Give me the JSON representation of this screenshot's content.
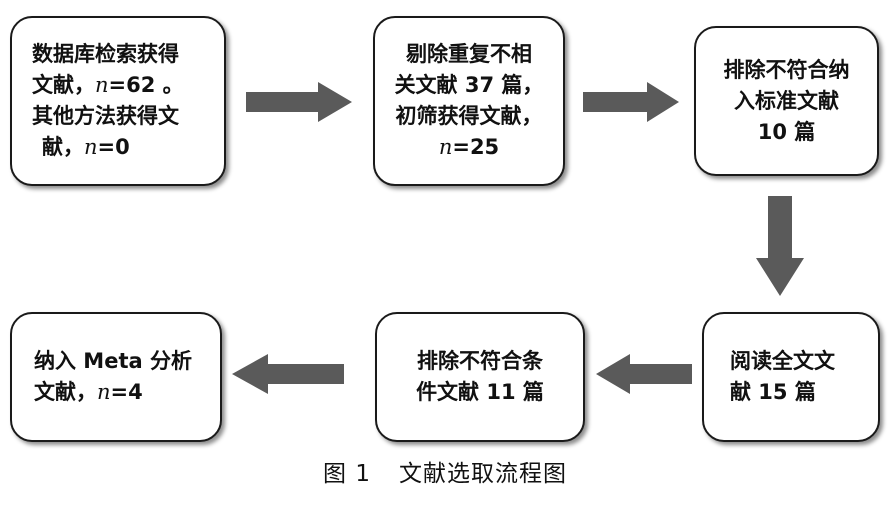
{
  "box1": {
    "lines": [
      "数据库检索获得",
      "文献，",
      "其他方法获得文",
      "献，"
    ],
    "n1": "n",
    "v1": "=62 。",
    "n2": "n",
    "v2": "=0"
  },
  "box2": {
    "lines": [
      "剔除重复不相",
      "关文献 37 篇，",
      "初筛获得文献，"
    ],
    "n": "n",
    "v": "=25"
  },
  "box3": {
    "lines": [
      "排除不符合纳",
      "入标准文献",
      "10 篇"
    ]
  },
  "box4": {
    "lines": [
      "阅读全文文",
      "献 15 篇"
    ]
  },
  "box5": {
    "lines": [
      "排除不符合条",
      "件文献 11 篇"
    ]
  },
  "box6": {
    "lines": [
      "纳入 Meta 分析",
      "文献，"
    ],
    "n": "n",
    "v": "=4"
  },
  "caption": {
    "label": "图 1",
    "title": "文献选取流程图"
  },
  "colors": {
    "arrow": "#5a5a5a",
    "border": "#1a1a1a"
  }
}
